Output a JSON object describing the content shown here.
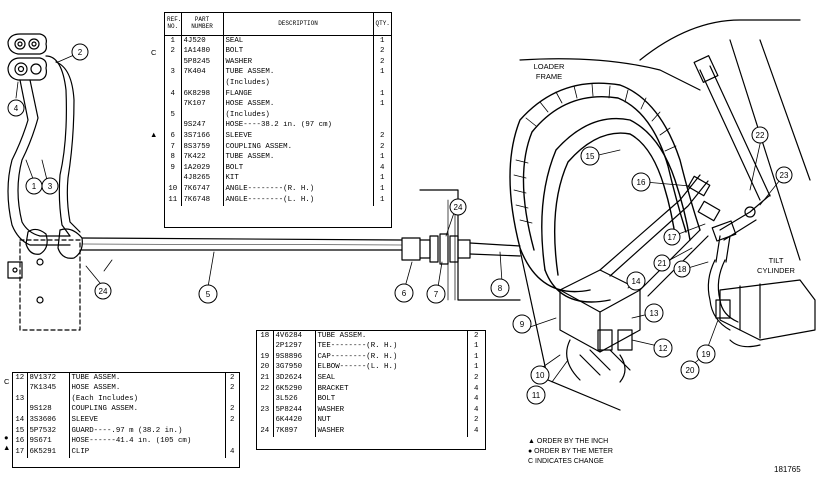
{
  "table_top": {
    "headers": {
      "ref": "REF. NO.",
      "part": "PART NUMBER",
      "desc": "DESCRIPTION",
      "qty": "QTY."
    },
    "rows": [
      {
        "ref": "1",
        "part": "4J520",
        "desc": "SEAL",
        "qty": "1"
      },
      {
        "ref": "2",
        "part": "1A1480",
        "desc": "BOLT",
        "qty": "2"
      },
      {
        "ref": "",
        "part": "5P8245",
        "desc": "WASHER",
        "qty": "2"
      },
      {
        "ref": "3",
        "part": "7K404",
        "desc": "TUBE ASSEM.",
        "qty": "1"
      },
      {
        "ref": "",
        "part": "",
        "desc": "(Includes)",
        "qty": ""
      },
      {
        "ref": "4",
        "part": "6K8298",
        "desc": "FLANGE",
        "qty": "1"
      },
      {
        "ref": "",
        "part": "7K107",
        "desc": "HOSE ASSEM.",
        "qty": "1"
      },
      {
        "ref": "5",
        "part": "",
        "desc": "(Includes)",
        "qty": ""
      },
      {
        "ref": "",
        "part": "9S247",
        "desc": "HOSE----38.2 in. (97 cm)",
        "qty": ""
      },
      {
        "ref": "6",
        "part": "3S7166",
        "desc": "SLEEVE",
        "qty": "2"
      },
      {
        "ref": "7",
        "part": "8S3759",
        "desc": "COUPLING ASSEM.",
        "qty": "2"
      },
      {
        "ref": "8",
        "part": "7K422",
        "desc": "TUBE ASSEM.",
        "qty": "1"
      },
      {
        "ref": "9",
        "part": "1A2029",
        "desc": "BOLT",
        "qty": "4"
      },
      {
        "ref": "",
        "part": "4J8265",
        "desc": "KIT",
        "qty": "1"
      },
      {
        "ref": "10",
        "part": "7K6747",
        "desc": "ANGLE--------(R. H.)",
        "qty": "1"
      },
      {
        "ref": "11",
        "part": "7K6748",
        "desc": "ANGLE--------(L. H.)",
        "qty": "1"
      }
    ]
  },
  "table_left": {
    "rows": [
      {
        "ref": "12",
        "part": "8V1372",
        "desc": "TUBE ASSEM.",
        "qty": "2"
      },
      {
        "ref": "",
        "part": "7K1345",
        "desc": "HOSE ASSEM.",
        "qty": "2"
      },
      {
        "ref": "13",
        "part": "",
        "desc": "(Each Includes)",
        "qty": ""
      },
      {
        "ref": "",
        "part": "9S128",
        "desc": "COUPLING ASSEM.",
        "qty": "2"
      },
      {
        "ref": "14",
        "part": "3S3606",
        "desc": "SLEEVE",
        "qty": "2"
      },
      {
        "ref": "15",
        "part": "5P7532",
        "desc": "GUARD----.97 m (38.2 in.)",
        "qty": ""
      },
      {
        "ref": "16",
        "part": "9S671",
        "desc": "HOSE------41.4 in. (105 cm)",
        "qty": ""
      },
      {
        "ref": "17",
        "part": "6K5291",
        "desc": "CLIP",
        "qty": "4"
      }
    ]
  },
  "table_right": {
    "rows": [
      {
        "ref": "18",
        "part": "4V6284",
        "desc": "TUBE ASSEM.",
        "qty": "2"
      },
      {
        "ref": "",
        "part": "2P1297",
        "desc": "TEE--------(R. H.)",
        "qty": "1"
      },
      {
        "ref": "19",
        "part": "9S8896",
        "desc": "CAP--------(R. H.)",
        "qty": "1"
      },
      {
        "ref": "20",
        "part": "3G7950",
        "desc": "ELBOW------(L. H.)",
        "qty": "1"
      },
      {
        "ref": "21",
        "part": "3D2624",
        "desc": "SEAL",
        "qty": "2"
      },
      {
        "ref": "22",
        "part": "6K5290",
        "desc": "BRACKET",
        "qty": "4"
      },
      {
        "ref": "",
        "part": "3L526",
        "desc": "BOLT",
        "qty": "4"
      },
      {
        "ref": "23",
        "part": "5P8244",
        "desc": "WASHER",
        "qty": "4"
      },
      {
        "ref": "",
        "part": "6K4420",
        "desc": "NUT",
        "qty": "2"
      },
      {
        "ref": "24",
        "part": "7K897",
        "desc": "WASHER",
        "qty": "4"
      }
    ]
  },
  "marks": {
    "c": "C",
    "triangle": "▲",
    "dot": "●"
  },
  "labels": {
    "loader_frame_1": "LOADER",
    "loader_frame_2": "FRAME",
    "tilt_1": "TILT",
    "tilt_2": "CYLINDER"
  },
  "callouts": [
    "1",
    "2",
    "3",
    "4",
    "5",
    "6",
    "7",
    "8",
    "9",
    "10",
    "11",
    "12",
    "13",
    "14",
    "15",
    "16",
    "17",
    "18",
    "19",
    "20",
    "21",
    "22",
    "23",
    "24"
  ],
  "legend": {
    "l1": "▲ ORDER BY THE INCH",
    "l2": "● ORDER BY THE METER",
    "l3": "C INDICATES CHANGE"
  },
  "figure_number": "181765"
}
